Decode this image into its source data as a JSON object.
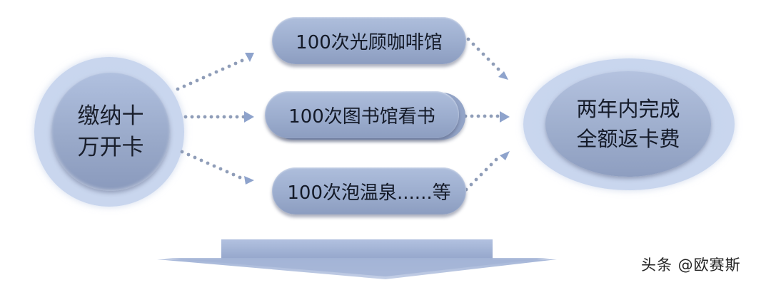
{
  "diagram": {
    "source_node": {
      "line1": "缴纳十",
      "line2": "万开卡"
    },
    "middle_nodes": [
      {
        "label": "100次光顾咖啡馆"
      },
      {
        "label": "100次图书馆看书"
      },
      {
        "label": "100次泡温泉......等"
      }
    ],
    "target_node": {
      "line1": "两年内完成",
      "line2": "全额返卡费"
    },
    "connectors": {
      "style": "dotted-arrow",
      "color": "#8f9db8",
      "arrowhead_color": "#8ea3cc"
    },
    "bottom_arrow": {
      "direction": "down",
      "color": "#a3b4d6"
    }
  },
  "watermark": {
    "text": "头条 @欧赛斯"
  },
  "colors": {
    "outer_ring": "#c9d6ee",
    "node_fill": "#9cadce",
    "text": "#141a28",
    "background": "#ffffff"
  }
}
